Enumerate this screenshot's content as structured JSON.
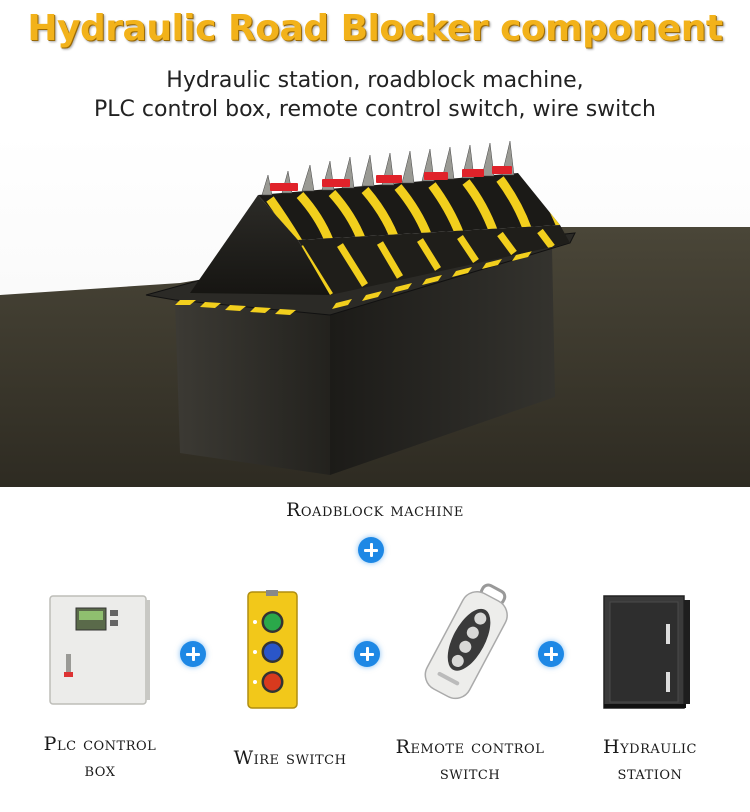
{
  "title": "Hydraulic Road Blocker component",
  "subtitle": {
    "line1": "Hydraulic station, roadblock machine,",
    "line2": "PLC control box, remote control switch, wire switch"
  },
  "main_component": {
    "label": "Roadblock machine"
  },
  "components": [
    {
      "label_line1": "Plc control",
      "label_line2": "box"
    },
    {
      "label_line1": "Wire switch",
      "label_line2": ""
    },
    {
      "label_line1": "Remote control",
      "label_line2": "switch"
    },
    {
      "label_line1": "Hydraulic",
      "label_line2": "station"
    }
  ],
  "colors": {
    "title_gold": "#f2b21a",
    "plus_blue": "#1e88e5",
    "stripe_yellow": "#f2cf1d",
    "warning_red": "#e0222a"
  },
  "icons": [
    "plus-icon",
    "road-blocker-image",
    "plc-control-box-image",
    "wire-switch-image",
    "remote-control-image",
    "hydraulic-station-image"
  ]
}
